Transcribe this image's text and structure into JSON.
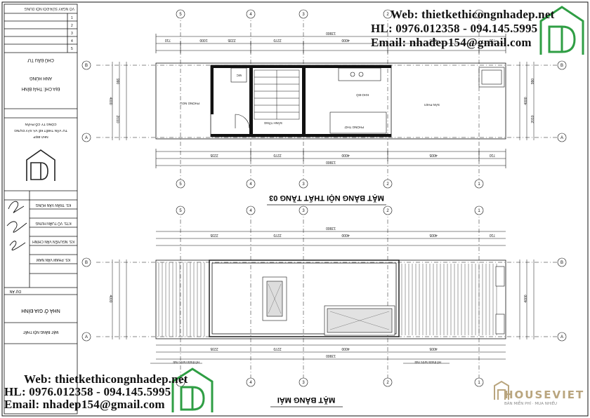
{
  "title_block": {
    "owner_label": "CHỦ ĐẦU TƯ",
    "owner_name": "ANH HÙNG",
    "address": "ĐỊA CHỈ: THÁI BÌNH",
    "company_lines": [
      "CÔNG TY CỔ PHẦN",
      "TƯ VẤN THIẾT KẾ VÀ XÂY DỰNG",
      "NHÀ ĐẸP"
    ],
    "staff": [
      "KS. TRẦN VĂN HÙNG",
      "KTS. VŨ TUẤN HƯNG",
      "KS. NGUYỄN VĂN CHÍNH",
      "KS. PHẠM VĂN NAM"
    ],
    "project_label": "DỰ ÁN",
    "project_name": "NHÀ Ở GIA ĐÌNH",
    "drawing_name": "MẶT BẰNG NỘI THẤT",
    "revision_rows": [
      "1",
      "2",
      "3",
      "4",
      "5"
    ]
  },
  "plans": {
    "top_title": "MẶT BẰNG NỘI THẤT TẦNG 03",
    "bottom_title": "MẶT BẰNG MÁI",
    "total_dim": "13900",
    "top_dims": [
      "710",
      "1000",
      "2235",
      "2270",
      "4000",
      "4005",
      "710"
    ],
    "depth_dims": [
      "4000",
      "990",
      "2010"
    ],
    "room_labels": [
      "WC",
      "PHÒNG NGỦ",
      "SẢNH TẦNG",
      "KHO ĐỒ",
      "PHÒNG THỜ",
      "SÂN PHƠI"
    ],
    "notes": [
      "Hố thoát nước mái",
      "Hố thoát nước mái"
    ]
  },
  "axes": {
    "columns": [
      "5",
      "4",
      "3",
      "2",
      "1"
    ],
    "rows": [
      "B",
      "A"
    ]
  },
  "watermark": {
    "web": "Web: thietkethicongnhadep.net",
    "phone": "HL: 0976.012358 - 094.145.5995",
    "email": "Email: nhadep154@gmail.com"
  },
  "brand": {
    "name": "HOUSEVIET",
    "tagline": "BẢN MIỄN PHÍ · MUA NHIỀU"
  },
  "colors": {
    "logo_green": "#2f9e44",
    "line": "#111111",
    "hatch": "#444444",
    "brand_gold": "#b9a57e"
  }
}
